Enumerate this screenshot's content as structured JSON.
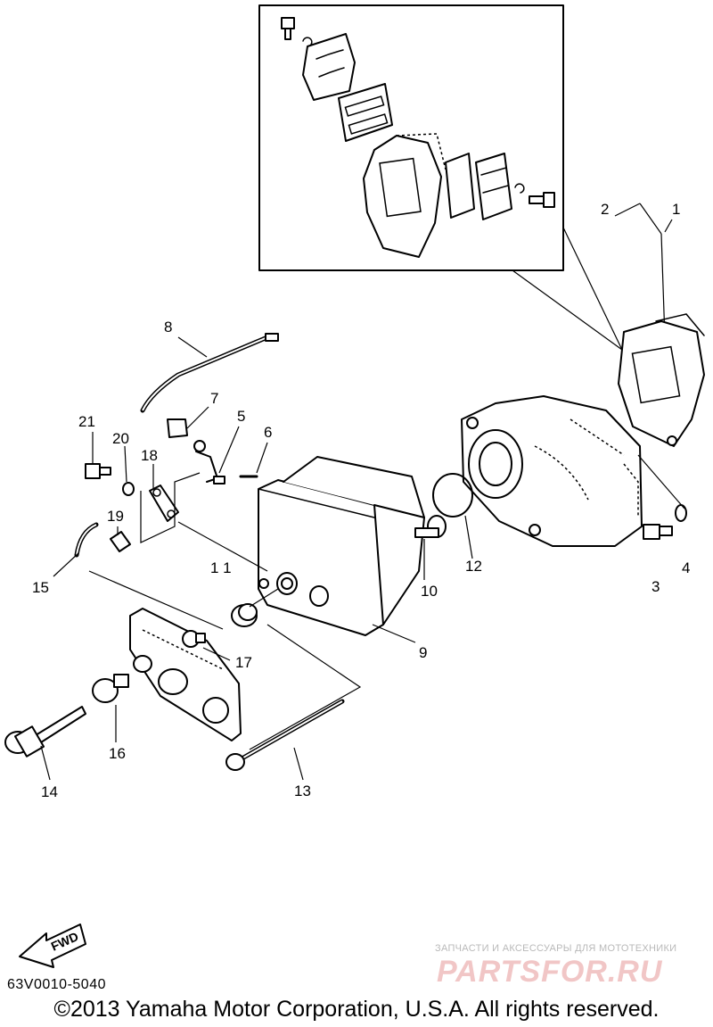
{
  "diagram": {
    "callouts": [
      {
        "id": "1",
        "text": "1"
      },
      {
        "id": "2",
        "text": "2"
      },
      {
        "id": "3",
        "text": "3"
      },
      {
        "id": "4",
        "text": "4"
      },
      {
        "id": "5",
        "text": "5"
      },
      {
        "id": "6",
        "text": "6"
      },
      {
        "id": "7",
        "text": "7"
      },
      {
        "id": "8",
        "text": "8"
      },
      {
        "id": "9",
        "text": "9"
      },
      {
        "id": "10",
        "text": "10"
      },
      {
        "id": "11",
        "text": "1 1"
      },
      {
        "id": "12",
        "text": "12"
      },
      {
        "id": "13",
        "text": "13"
      },
      {
        "id": "14",
        "text": "14"
      },
      {
        "id": "15",
        "text": "15"
      },
      {
        "id": "16",
        "text": "16"
      },
      {
        "id": "17",
        "text": "17"
      },
      {
        "id": "18",
        "text": "18"
      },
      {
        "id": "19",
        "text": "19"
      },
      {
        "id": "20",
        "text": "20"
      },
      {
        "id": "21",
        "text": "21"
      }
    ],
    "fwd_label": "FWD"
  },
  "footer": {
    "diagram_code": "63V0010-5040",
    "copyright": "©2013 Yamaha Motor Corporation, U.S.A. All rights reserved."
  },
  "watermark": {
    "tagline": "ЗАПЧАСТИ И АКСЕССУАРЫ ДЛЯ МОТОТЕХНИКИ",
    "logo": "PARTSFOR.RU",
    "color": "#f1c6c6"
  }
}
